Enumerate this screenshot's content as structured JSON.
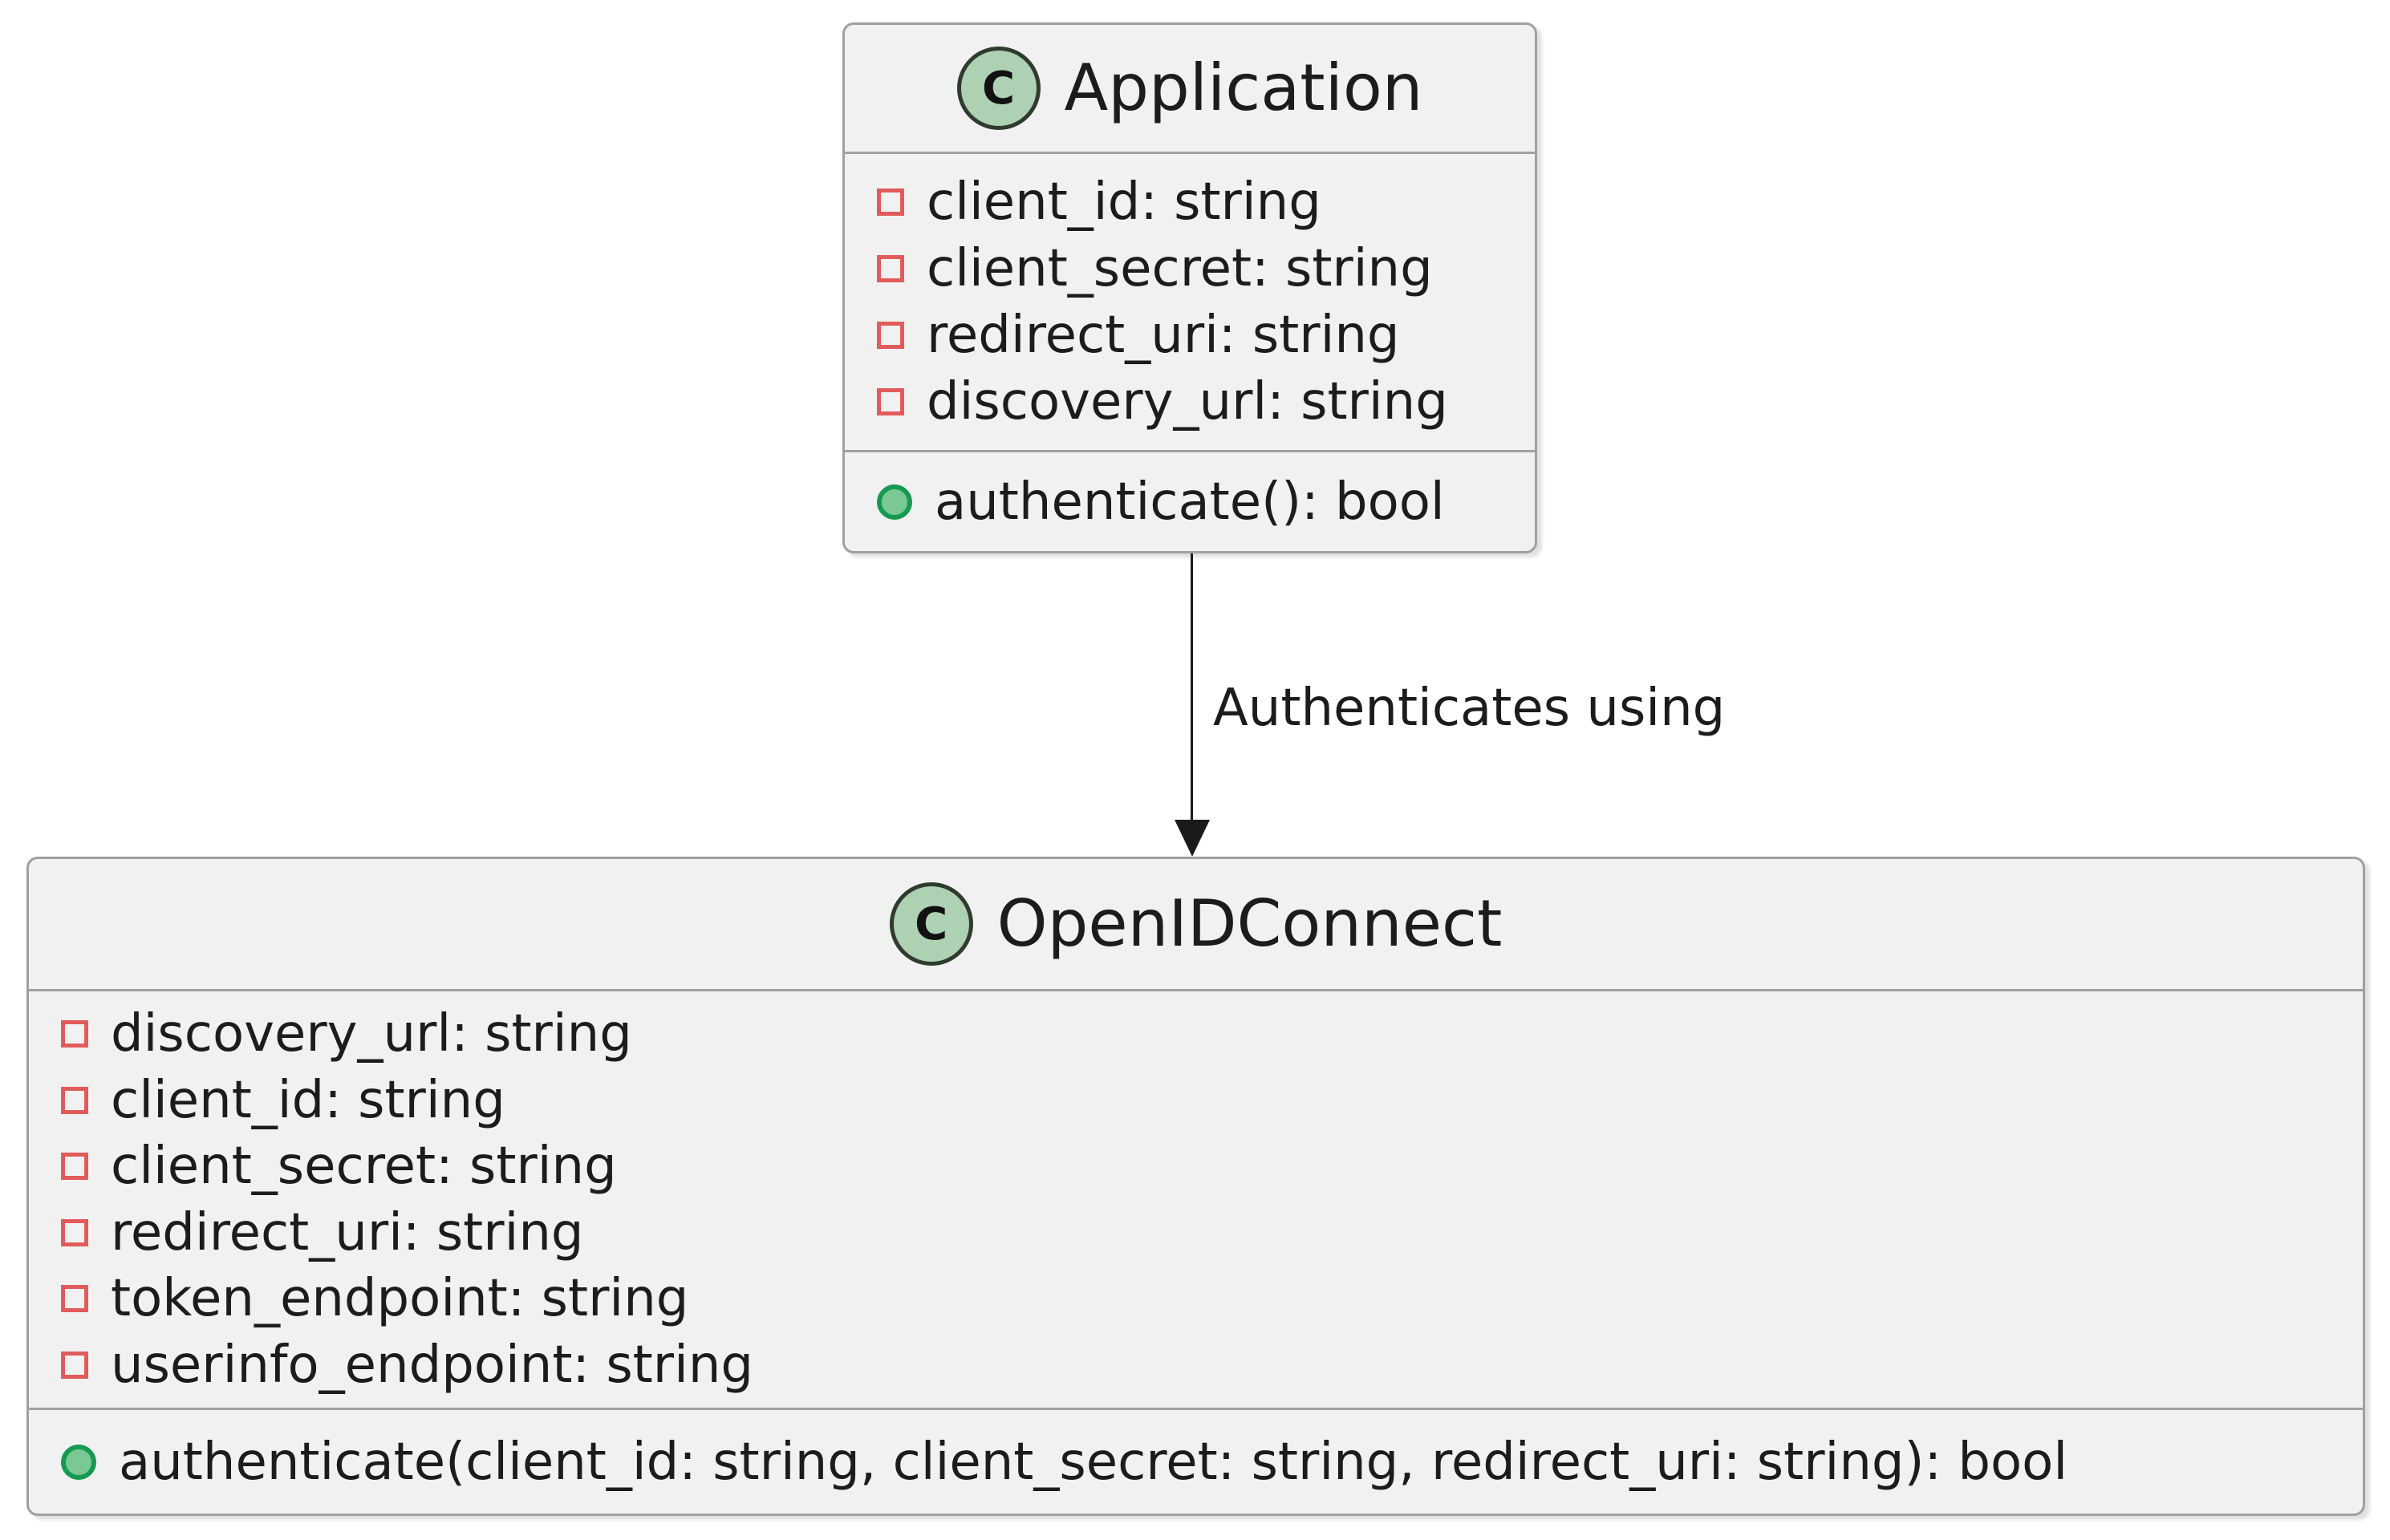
{
  "diagram": {
    "type": "uml-class-diagram",
    "classes": [
      {
        "id": "application",
        "stereotype": "C",
        "name": "Application",
        "attributes": [
          "client_id: string",
          "client_secret: string",
          "redirect_uri: string",
          "discovery_url: string"
        ],
        "attributes_visibility": "private",
        "methods": [
          "authenticate(): bool"
        ],
        "methods_visibility": "public"
      },
      {
        "id": "openidconnect",
        "stereotype": "C",
        "name": "OpenIDConnect",
        "attributes": [
          "discovery_url: string",
          "client_id: string",
          "client_secret: string",
          "redirect_uri: string",
          "token_endpoint: string",
          "userinfo_endpoint: string"
        ],
        "attributes_visibility": "private",
        "methods": [
          "authenticate(client_id: string, client_secret: string, redirect_uri: string): bool"
        ],
        "methods_visibility": "public"
      }
    ],
    "edges": [
      {
        "from": "Application",
        "to": "OpenIDConnect",
        "label": "Authenticates using",
        "style": "solid-line-arrow-down"
      }
    ]
  },
  "colors": {
    "page-bg": "#ffffff",
    "box-fill": "#f1f1f1",
    "box-border": "#a0a0a0",
    "text": "#1c1c1c",
    "stereotype-fill": "#add1b2",
    "stereotype-border": "#2f3b2f",
    "field-icon": "#e25b5b",
    "method-icon-fill": "#79c896",
    "method-icon-border": "#169a52",
    "edge": "#1a1a1a"
  }
}
